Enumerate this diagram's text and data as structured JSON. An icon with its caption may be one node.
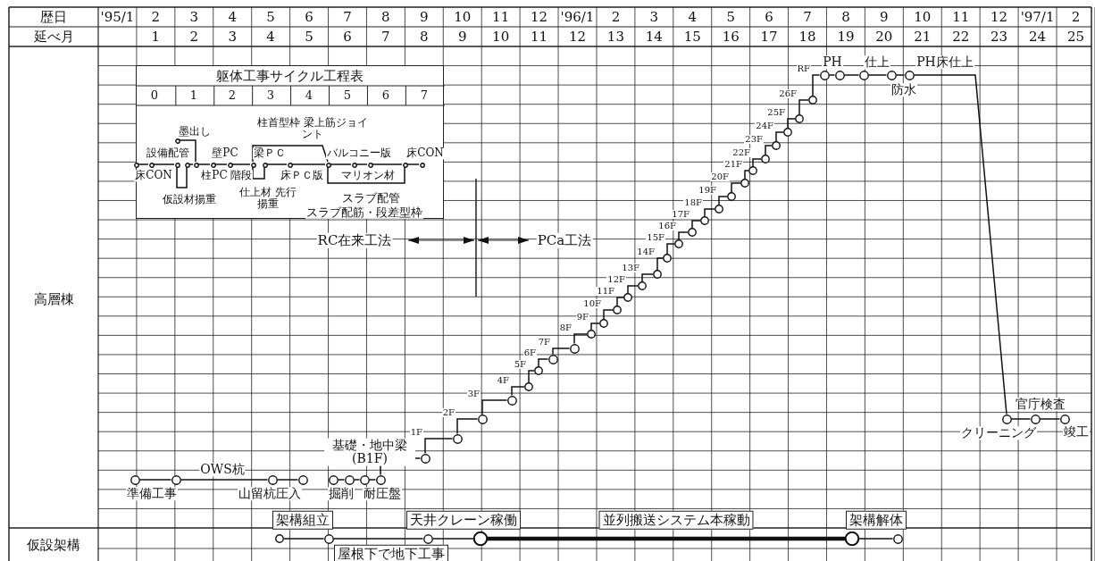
{
  "diagram": {
    "nodes": [
      {
        "text": [
          "躯体工事サイクル工程表"
        ]
      },
      {
        "text": [],
        "shape": "circle",
        "in": 0
      },
      {
        "text": [],
        "shape": "circle",
        "in": 0
      },
      {
        "text": [],
        "shape": "circle",
        "in": 0
      },
      {
        "text": [],
        "shape": "circle",
        "in": 0
      },
      {
        "text": [],
        "shape": "circle",
        "in": 0
      },
      {
        "text": [],
        "shape": "circle",
        "in": 0
      },
      {
        "text": [],
        "shape": "circle",
        "in": 0
      },
      {
        "text": [],
        "shape": "circle",
        "in": 0
      },
      {
        "text": [],
        "shape": "circle",
        "in": 0
      },
      {
        "text": [],
        "shape": "circle",
        "in": 0
      },
      {
        "text": [],
        "shape": "circle",
        "in": 0
      },
      {
        "text": [],
        "shape": "circle",
        "in": 0
      },
      {
        "text": [],
        "shape": "circle",
        "in": 0
      },
      {
        "text": [],
        "shape": "circle",
        "in": 0
      },
      {
        "text": [],
        "shape": "circle",
        "in": 0
      },
      {
        "text": [],
        "shape": "circle",
        "in": 0
      },
      {
        "text": [],
        "shape": "circle"
      },
      {
        "text": [],
        "shape": "circle"
      },
      {
        "text": [],
        "shape": "circle"
      },
      {
        "text": [],
        "shape": "circle"
      },
      {
        "text": [],
        "shape": "circle"
      },
      {
        "text": [],
        "shape": "circle"
      },
      {
        "text": [],
        "shape": "circle"
      },
      {
        "text": [],
        "shape": "circle"
      },
      {
        "text": [],
        "shape": "circle"
      },
      {
        "text": [],
        "shape": "circle"
      },
      {
        "text": [],
        "shape": "circle"
      },
      {
        "text": [],
        "shape": "circle"
      },
      {
        "text": [],
        "shape": "circle"
      },
      {
        "text": [],
        "shape": "circle"
      },
      {
        "text": [],
        "shape": "circle"
      },
      {
        "text": [],
        "shape": "circle"
      },
      {
        "text": [],
        "shape": "circle"
      },
      {
        "text": [],
        "shape": "circle"
      },
      {
        "text": [],
        "shape": "circle"
      },
      {
        "text": [],
        "shape": "circle"
      },
      {
        "text": [],
        "shape": "circle"
      },
      {
        "text": [],
        "shape": "circle"
      },
      {
        "text": [],
        "shape": "circle"
      },
      {
        "text": [],
        "shape": "circle"
      },
      {
        "text": [],
        "shape": "circle"
      },
      {
        "text": [],
        "shape": "circle"
      },
      {
        "text": [],
        "shape": "circle"
      },
      {
        "text": [],
        "shape": "circle"
      },
      {
        "text": [],
        "shape": "circle"
      },
      {
        "text": [],
        "shape": "circle"
      },
      {
        "text": [],
        "shape": "circle"
      },
      {
        "text": [],
        "shape": "circle"
      },
      {
        "text": [],
        "shape": "circle"
      },
      {
        "text": [],
        "shape": "circle"
      },
      {
        "text": [],
        "shape": "circle"
      },
      {
        "text": [],
        "shape": "circle"
      },
      {
        "text": [],
        "shape": "circle"
      },
      {
        "text": [],
        "shape": "circle"
      },
      {
        "text": [],
        "shape": "circle"
      },
      {
        "text": [],
        "shape": "circle"
      },
      {
        "text": [],
        "shape": "circle"
      },
      {
        "text": [],
        "shape": "circle"
      },
      {
        "text": [],
        "shape": "circle",
        "beside": [
          "竣工"
        ]
      },
      {
        "text": [],
        "shape": "circle"
      },
      {
        "text": [],
        "shape": "circle"
      },
      {
        "text": [],
        "shape": "circle"
      },
      {
        "text": [],
        "shape": "circle"
      },
      {
        "text": [],
        "shape": "circle"
      },
      {
        "text": [],
        "shape": "circle"
      }
    ],
    "edges": [
      {
        "from": 1,
        "to": 2,
        "arrow": "none",
        "label": "床CON"
      },
      {
        "from": 2,
        "to": 4,
        "arrow": "none",
        "label": "設備配管"
      },
      {
        "from": 3,
        "to": 6,
        "arrow": "none",
        "label": "墨出し"
      },
      {
        "from": 4,
        "to": 5,
        "arrow": "none",
        "label": "仮設材揚重"
      },
      {
        "from": 5,
        "to": 6,
        "arrow": "none"
      },
      {
        "from": 6,
        "to": 7,
        "arrow": "none",
        "label": "柱PC"
      },
      {
        "from": 7,
        "to": 8,
        "arrow": "none",
        "label": "壁PC"
      },
      {
        "from": 8,
        "to": 9,
        "arrow": "none",
        "label": "階段"
      },
      {
        "from": 9,
        "to": 10,
        "arrow": "none",
        "label": "仕上材 先行揚重"
      },
      {
        "from": 10,
        "to": 11,
        "arrow": "none",
        "label": "梁ＰＣ"
      },
      {
        "from": 11,
        "to": 12,
        "arrow": "none",
        "label": "床ＰＣ版"
      },
      {
        "from": 9,
        "to": 12,
        "arrow": "none",
        "label": "柱首型枠 梁上筋ジョイント"
      },
      {
        "from": 12,
        "to": 13,
        "arrow": "none",
        "label": "バルコニー版"
      },
      {
        "from": 13,
        "to": 14,
        "arrow": "none"
      },
      {
        "from": 14,
        "to": 15,
        "arrow": "none"
      },
      {
        "from": 12,
        "to": 15,
        "arrow": "none",
        "label": "マリオン材"
      },
      {
        "from": 15,
        "to": 16,
        "arrow": "none",
        "label": "床CON"
      },
      {
        "from": 17,
        "to": 18,
        "arrow": "none",
        "label": "準備工事"
      },
      {
        "from": 18,
        "to": 19,
        "arrow": "none",
        "label": "OWS杭"
      },
      {
        "from": 19,
        "to": 20,
        "arrow": "none",
        "label": "山留杭圧入"
      },
      {
        "from": 21,
        "to": 22,
        "arrow": "none",
        "label": "掘削"
      },
      {
        "from": 22,
        "to": 23,
        "arrow": "none"
      },
      {
        "from": 23,
        "to": 24,
        "arrow": "none",
        "label": "耐圧盤"
      },
      {
        "from": 24,
        "to": 25,
        "arrow": "none",
        "label": "基礎・地中梁 (B1F)"
      },
      {
        "from": 25,
        "to": 26,
        "arrow": "none",
        "label": "1F"
      },
      {
        "from": 26,
        "to": 27,
        "arrow": "none",
        "label": "2F"
      },
      {
        "from": 27,
        "to": 28,
        "arrow": "none",
        "label": "3F"
      },
      {
        "from": 28,
        "to": 29,
        "arrow": "none",
        "label": "4F"
      },
      {
        "from": 29,
        "to": 30,
        "arrow": "none",
        "label": "5F"
      },
      {
        "from": 30,
        "to": 31,
        "arrow": "none",
        "label": "6F"
      },
      {
        "from": 31,
        "to": 32,
        "arrow": "none",
        "label": "7F"
      },
      {
        "from": 32,
        "to": 33,
        "arrow": "none",
        "label": "8F"
      },
      {
        "from": 33,
        "to": 34,
        "arrow": "none",
        "label": "9F"
      },
      {
        "from": 34,
        "to": 35,
        "arrow": "none",
        "label": "10F"
      },
      {
        "from": 35,
        "to": 36,
        "arrow": "none",
        "label": "11F"
      },
      {
        "from": 36,
        "to": 37,
        "arrow": "none",
        "label": "12F"
      },
      {
        "from": 37,
        "to": 38,
        "arrow": "none",
        "label": "13F"
      },
      {
        "from": 38,
        "to": 39,
        "arrow": "none",
        "label": "14F"
      },
      {
        "from": 39,
        "to": 40,
        "arrow": "none",
        "label": "15F"
      },
      {
        "from": 40,
        "to": 41,
        "arrow": "none",
        "label": "16F"
      },
      {
        "from": 41,
        "to": 42,
        "arrow": "none",
        "label": "17F"
      },
      {
        "from": 42,
        "to": 43,
        "arrow": "none",
        "label": "18F"
      },
      {
        "from": 43,
        "to": 44,
        "arrow": "none",
        "label": "19F"
      },
      {
        "from": 44,
        "to": 45,
        "arrow": "none",
        "label": "20F"
      },
      {
        "from": 45,
        "to": 46,
        "arrow": "none",
        "label": "21F"
      },
      {
        "from": 46,
        "to": 47,
        "arrow": "none",
        "label": "22F"
      },
      {
        "from": 47,
        "to": 48,
        "arrow": "none",
        "label": "23F"
      },
      {
        "from": 48,
        "to": 49,
        "arrow": "none",
        "label": "24F"
      },
      {
        "from": 49,
        "to": 50,
        "arrow": "none",
        "label": "25F"
      },
      {
        "from": 50,
        "to": 51,
        "arrow": "none",
        "label": "26F"
      },
      {
        "from": 51,
        "to": 52,
        "arrow": "none",
        "label": "RF"
      },
      {
        "from": 52,
        "to": 53,
        "arrow": "none",
        "label": "PH"
      },
      {
        "from": 53,
        "to": 54,
        "arrow": "none"
      },
      {
        "from": 54,
        "to": 55,
        "arrow": "none",
        "label": "仕上"
      },
      {
        "from": 55,
        "to": 56,
        "arrow": "none",
        "label": "防水"
      },
      {
        "from": 56,
        "to": 57,
        "arrow": "none",
        "label": "PH床仕上"
      },
      {
        "from": 57,
        "to": 58,
        "arrow": "none",
        "label": "クリーニング"
      },
      {
        "from": 58,
        "to": 59,
        "arrow": "none",
        "label": "官庁検査"
      },
      {
        "from": 60,
        "to": 61,
        "arrow": "none",
        "label": "架構組立"
      },
      {
        "from": 61,
        "to": 62,
        "arrow": "none",
        "label": "屋根下で地下工事"
      },
      {
        "from": 62,
        "to": 63,
        "arrow": "none",
        "label": "天井クレーン稼働"
      },
      {
        "from": 63,
        "to": 64,
        "arrow": "none",
        "label": "並列搬送システム本稼動",
        "style": "thick"
      },
      {
        "from": 64,
        "to": 65,
        "arrow": "none",
        "label": "架構解体"
      }
    ],
    "labels": [
      "歴日",
      "'95/1",
      "2",
      "3",
      "4",
      "5",
      "6",
      "7",
      "8",
      "9",
      "10",
      "11",
      "12",
      "'96/1",
      "2",
      "3",
      "4",
      "5",
      "6",
      "7",
      "8",
      "9",
      "10",
      "11",
      "12",
      "'97/1",
      "2",
      "延べ月",
      "1",
      "2",
      "3",
      "4",
      "5",
      "6",
      "7",
      "8",
      "9",
      "10",
      "11",
      "12",
      "13",
      "14",
      "15",
      "16",
      "17",
      "18",
      "19",
      "20",
      "21",
      "22",
      "23",
      "24",
      "25",
      "0",
      "1",
      "2",
      "3",
      "4",
      "5",
      "6",
      "7",
      "スラブ配管",
      "スラブ配筋・段差型枠",
      "RC在来工法",
      "PCa工法",
      "高層棟",
      "仮設架構"
    ]
  }
}
